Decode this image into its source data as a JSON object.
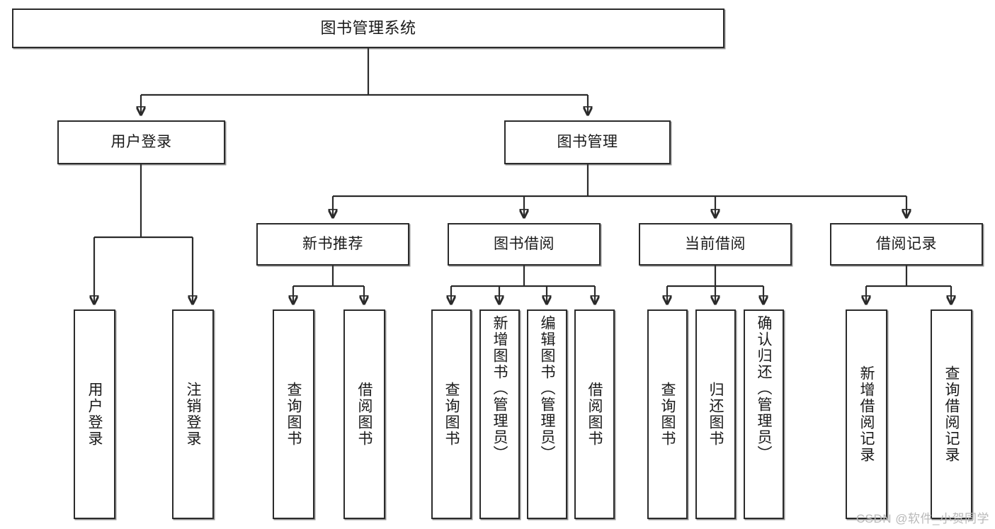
{
  "diagram": {
    "title": "图书管理系统",
    "type": "tree",
    "watermark": "CSDN @软件_小贺同学",
    "colors": {
      "stroke": "#2b2b2b",
      "fill": "#ffffff",
      "text": "#1a1a1a",
      "watermark": "#b9b9b9"
    },
    "root": {
      "label": "图书管理系统"
    },
    "level2": [
      {
        "label": "用户登录"
      },
      {
        "label": "图书管理"
      }
    ],
    "level3": [
      {
        "label": "新书推荐"
      },
      {
        "label": "图书借阅"
      },
      {
        "label": "当前借阅"
      },
      {
        "label": "借阅记录"
      }
    ],
    "leaves_user_login": [
      {
        "label": "用户登录"
      },
      {
        "label": "注销登录"
      }
    ],
    "leaves_new_book": [
      {
        "label": "查询图书"
      },
      {
        "label": "借阅图书"
      }
    ],
    "leaves_borrow": [
      {
        "label": "查询图书"
      },
      {
        "label": "新增图书（管理员）"
      },
      {
        "label": "编辑图书（管理员）"
      },
      {
        "label": "借阅图书"
      }
    ],
    "leaves_current": [
      {
        "label": "查询图书"
      },
      {
        "label": "归还图书"
      },
      {
        "label": "确认归还（管理员）"
      }
    ],
    "leaves_records": [
      {
        "label": "新增借阅记录"
      },
      {
        "label": "查询借阅记录"
      }
    ]
  }
}
